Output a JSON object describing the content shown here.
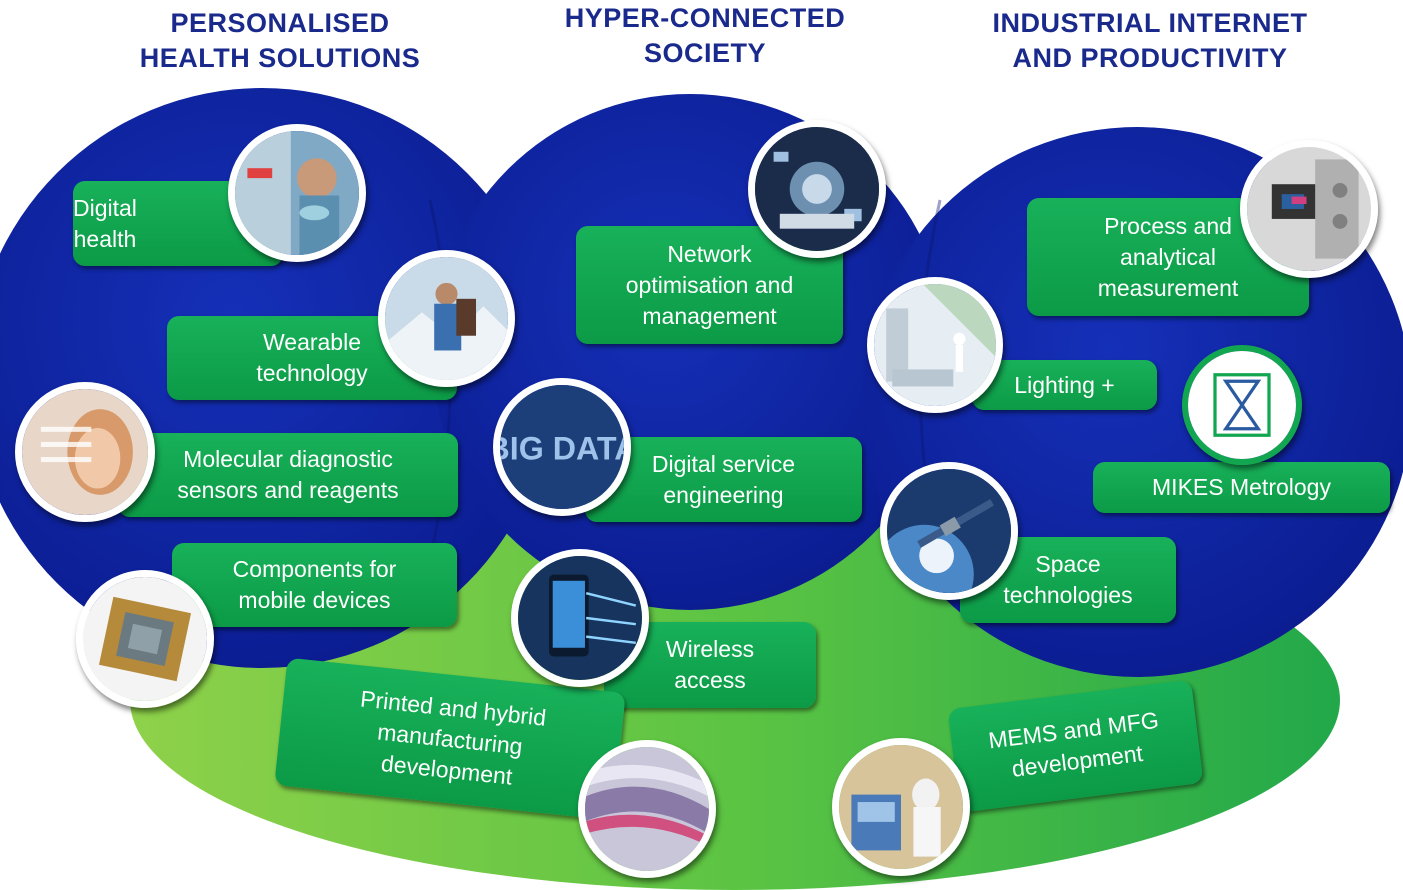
{
  "headings": {
    "health": "PERSONALISED\nHEALTH SOLUTIONS",
    "society": "HYPER-CONNECTED\nSOCIETY",
    "industry": "INDUSTRIAL INTERNET\nAND PRODUCTIVITY"
  },
  "topics": {
    "digital_health": "Digital\nhealth",
    "wearable": "Wearable\ntechnology",
    "molecular": "Molecular diagnostic\nsensors and reagents",
    "components": "Components for\nmobile devices",
    "network": "Network\noptimisation and\nmanagement",
    "digital_service": "Digital service\nengineering",
    "wireless": "Wireless\naccess",
    "process": "Process and\nanalytical\nmeasurement",
    "lighting": "Lighting +",
    "mikes": "MIKES Metrology",
    "space": "Space\ntechnologies",
    "printed": "Printed and hybrid\nmanufacturing\ndevelopment",
    "mems": "MEMS and MFG\ndevelopment"
  },
  "image_labels": {
    "big_data": "BIG DATA"
  },
  "colors": {
    "circle_blue": "#0f1f9e",
    "green_base": "#4cbc3e",
    "box_green": "#13a650",
    "heading_blue": "#1a2a8c"
  }
}
